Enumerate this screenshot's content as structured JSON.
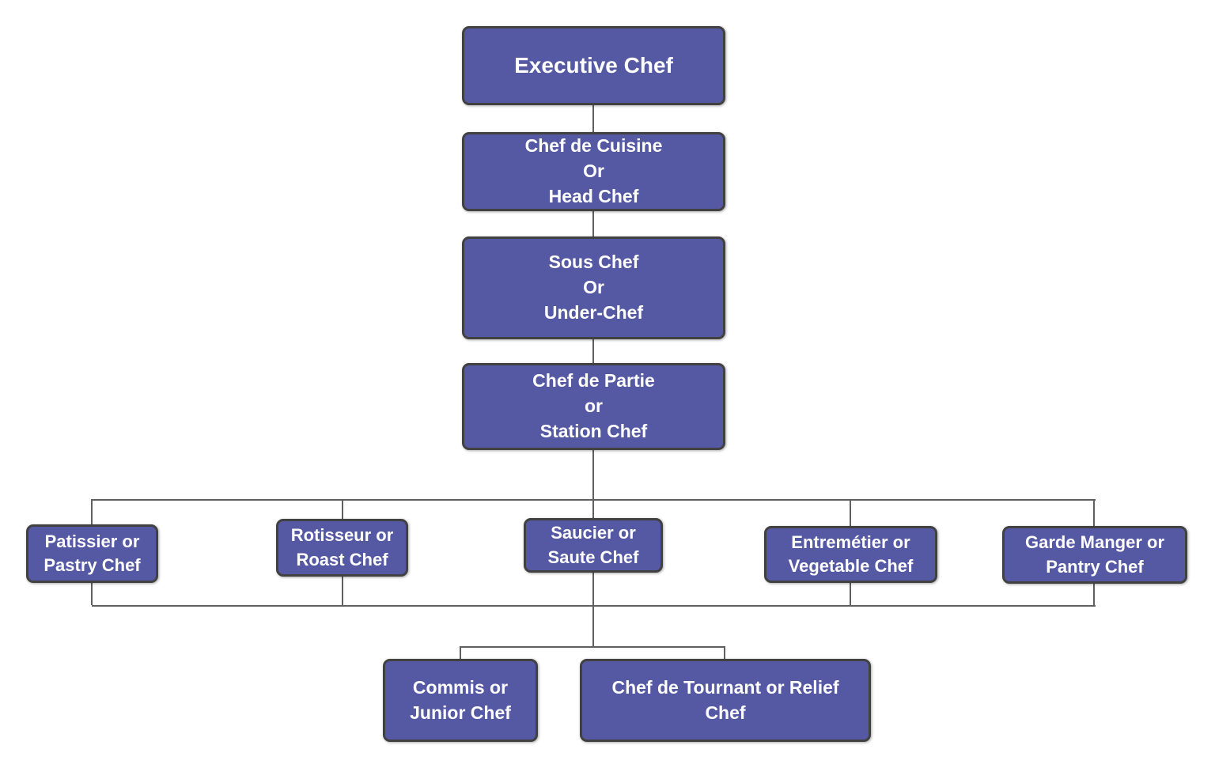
{
  "diagram": {
    "type": "org-chart",
    "subject": "kitchen-brigade-hierarchy"
  },
  "colors": {
    "node_fill": "#5559a4",
    "node_border": "#414141",
    "node_text": "#ffffff",
    "connector": "#606060",
    "background": "#ffffff"
  },
  "nodes": {
    "executive": {
      "label": "Executive Chef"
    },
    "cuisine": {
      "label": "Chef de Cuisine\nOr\nHead Chef"
    },
    "sous": {
      "label": "Sous Chef\nOr\nUnder-Chef"
    },
    "partie": {
      "label": "Chef de Partie\nor\nStation Chef"
    },
    "patissier": {
      "label": "Patissier or\nPastry Chef"
    },
    "rotisseur": {
      "label": "Rotisseur or\nRoast Chef"
    },
    "saucier": {
      "label": "Saucier or\nSaute Chef"
    },
    "entremetier": {
      "label": "Entremétier or\nVegetable Chef"
    },
    "garde_manger": {
      "label": "Garde Manger or\nPantry Chef"
    },
    "commis": {
      "label": "Commis or\nJunior Chef"
    },
    "tournant": {
      "label": "Chef de Tournant or Relief\nChef"
    }
  },
  "edges": [
    {
      "from": "executive",
      "to": "cuisine"
    },
    {
      "from": "cuisine",
      "to": "sous"
    },
    {
      "from": "sous",
      "to": "partie"
    },
    {
      "from": "partie",
      "to": "patissier"
    },
    {
      "from": "partie",
      "to": "rotisseur"
    },
    {
      "from": "partie",
      "to": "saucier"
    },
    {
      "from": "partie",
      "to": "entremetier"
    },
    {
      "from": "partie",
      "to": "garde_manger"
    },
    {
      "from": "station-row",
      "to": "commis"
    },
    {
      "from": "station-row",
      "to": "tournant"
    }
  ]
}
